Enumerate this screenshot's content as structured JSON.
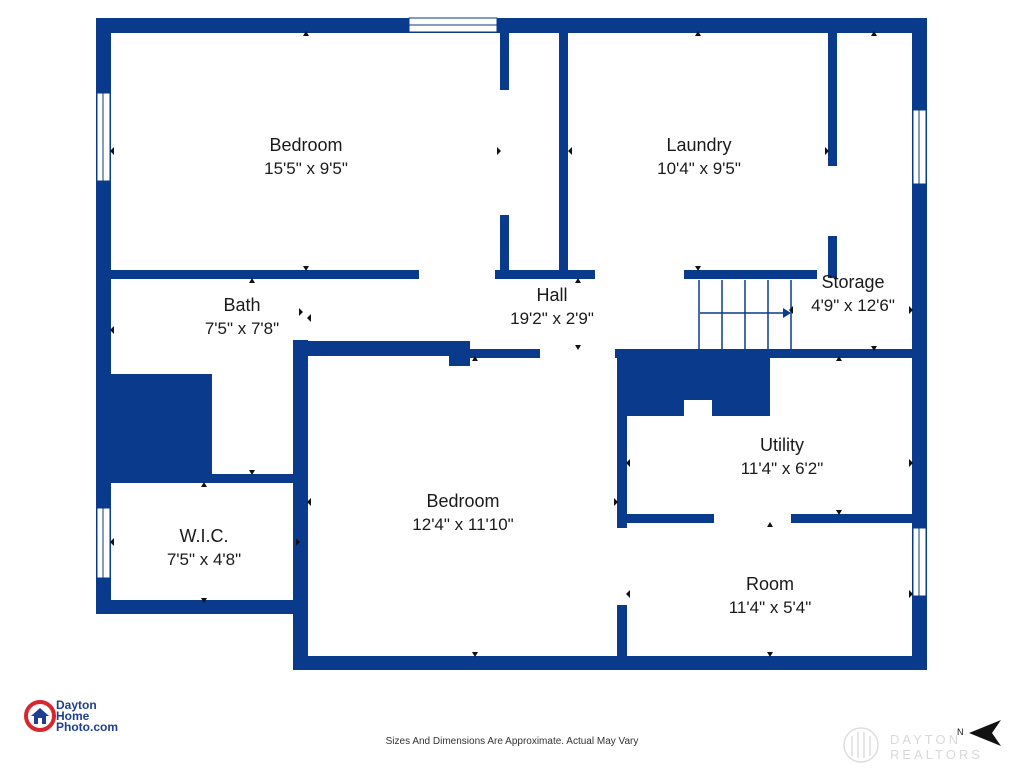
{
  "rooms": [
    {
      "id": "bedroom-1",
      "name": "Bedroom",
      "dims": "15'5\" x 9'5\""
    },
    {
      "id": "laundry",
      "name": "Laundry",
      "dims": "10'4\" x 9'5\""
    },
    {
      "id": "storage",
      "name": "Storage",
      "dims": "4'9\" x 12'6\""
    },
    {
      "id": "hall",
      "name": "Hall",
      "dims": "19'2\" x 2'9\""
    },
    {
      "id": "bath",
      "name": "Bath",
      "dims": "7'5\" x 7'8\""
    },
    {
      "id": "bedroom-2",
      "name": "Bedroom",
      "dims": "12'4\" x 11'10\""
    },
    {
      "id": "utility",
      "name": "Utility",
      "dims": "11'4\" x 6'2\""
    },
    {
      "id": "wic",
      "name": "W.I.C.",
      "dims": "7'5\" x 4'8\""
    },
    {
      "id": "room",
      "name": "Room",
      "dims": "11'4\" x 5'4\""
    }
  ],
  "logo": {
    "line1": "Dayton",
    "line2": "Home",
    "line3": "Photo.com"
  },
  "disclaimer": "Sizes And Dimensions Are Approximate. Actual May Vary",
  "watermark": "DAYTON REALTORS",
  "compass": {
    "label": "N"
  },
  "colors": {
    "wall": "#0a3a8c",
    "label": "#1a1a1a",
    "logo": "#1e3f8f",
    "logo_red": "#d7262e"
  }
}
